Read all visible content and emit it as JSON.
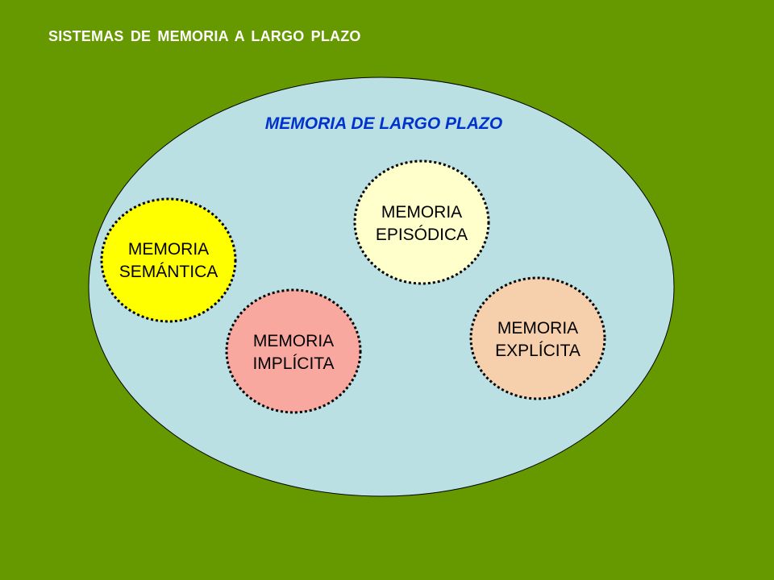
{
  "slide_title": "SISTEMAS DE MEMORIA A LARGO PLAZO",
  "container": {
    "label": "MEMORIA DE LARGO PLAZO",
    "color": "#0033CC",
    "fill": "#BBE0E3"
  },
  "circles": [
    {
      "id": "semantica",
      "line1": "MEMORIA",
      "line2": "SEMÁNTICA",
      "fill": "#FFFF00"
    },
    {
      "id": "episodica",
      "line1": "MEMORIA",
      "line2": "EPISÓDICA",
      "fill": "#FFFFCC"
    },
    {
      "id": "implicita",
      "line1": "MEMORIA",
      "line2": "IMPLÍCITA",
      "fill": "#F9A8A0"
    },
    {
      "id": "explicita",
      "line1": "MEMORIA",
      "line2": "EXPLÍCITA",
      "fill": "#F6CFAC"
    }
  ]
}
